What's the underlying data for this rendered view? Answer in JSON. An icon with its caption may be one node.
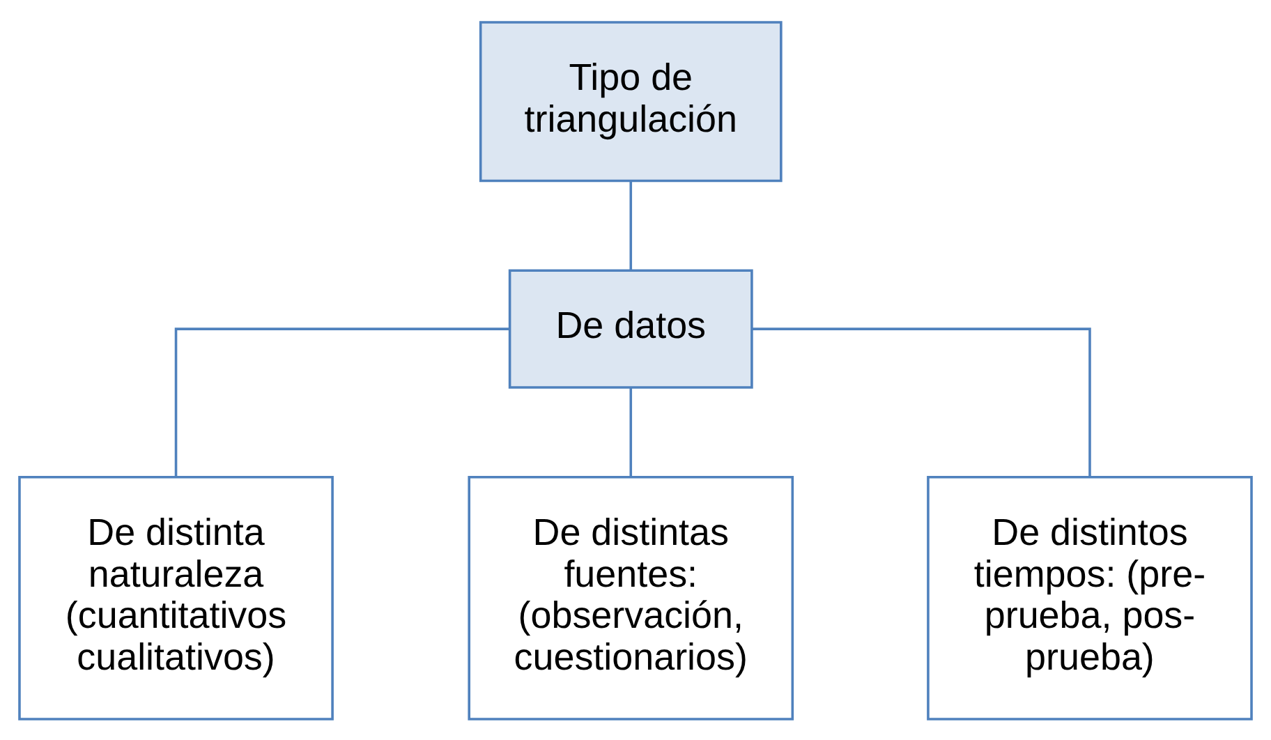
{
  "diagram": {
    "nodes": [
      {
        "text": [
          "Tipo de triangulación"
        ]
      },
      {
        "text": [
          "De datos"
        ]
      },
      {
        "text": [
          "De distinta naturaleza (cuantitativos cualitativos)"
        ]
      },
      {
        "text": [
          "De distintas fuentes: (observación, cuestionarios)"
        ]
      },
      {
        "text": [
          "De distintos tiempos: (pre-prueba, pos-prueba)"
        ]
      }
    ],
    "edges": [
      {
        "from": 0,
        "to": 1,
        "arrow": "none"
      },
      {
        "from": 1,
        "to": 2,
        "arrow": "none"
      },
      {
        "from": 1,
        "to": 3,
        "arrow": "none"
      },
      {
        "from": 1,
        "to": 4,
        "arrow": "none"
      }
    ]
  }
}
